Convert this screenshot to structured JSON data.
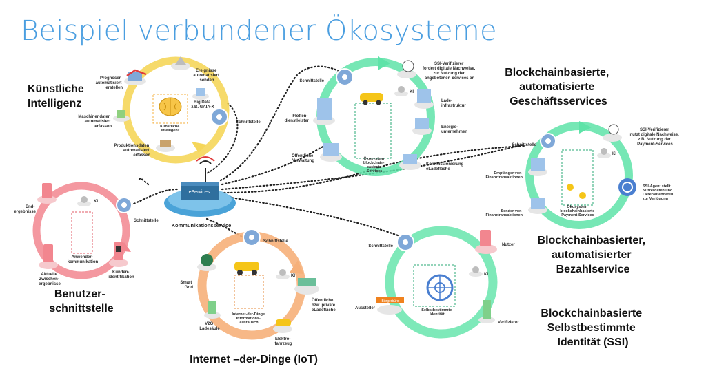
{
  "title": "Beispiel verbundener Ökosysteme",
  "sections": {
    "ki": [
      "Künstliche",
      "Intelligenz"
    ],
    "ui": [
      "Benutzer-",
      "schnittstelle"
    ],
    "iot": [
      "Internet –der-Dinge (IoT)"
    ],
    "geschaeft": [
      "Blockchainbasierte,",
      "automatisierte",
      "Geschäftsservices"
    ],
    "bezahl": [
      "Blockchainbasierter,",
      "automatisierter",
      "Bezahlservice"
    ],
    "ssi": [
      "Blockchainbasierte",
      "Selbstbestimmte",
      "Identität (SSI)"
    ]
  },
  "hub": {
    "label": "Kommunikationsservice",
    "sign": "eServices"
  },
  "ki_labels": {
    "prognosen": [
      "Prognosen",
      "automatisiert",
      "erstellen"
    ],
    "ereignisse": [
      "Ereignisse",
      "automatisiert",
      "senden"
    ],
    "bigdata": [
      "Big Data",
      "z.B. GAIA-X"
    ],
    "center": [
      "Künstliche",
      "Intelligenz"
    ],
    "schnittstelle": [
      "Schnittstelle"
    ],
    "maschinen": [
      "Maschinendaten",
      "automatisiert",
      "erfassen"
    ],
    "produktion": [
      "Produktionsdaten",
      "automatisiert",
      "erfassen"
    ]
  },
  "ui_labels": {
    "end": [
      "End-",
      "ergebnisse"
    ],
    "ki": [
      "KI"
    ],
    "schnittstelle": [
      "Schnittstelle"
    ],
    "anwender": [
      "Anwender-",
      "kommunikation"
    ],
    "zwischen": [
      "Aktuelle",
      "Zwischen-",
      "ergebnisse"
    ],
    "kunden": [
      "Kunden-",
      "identifikation"
    ]
  },
  "iot_labels": {
    "schnittstelle": [
      "Schnittstelle"
    ],
    "grid": [
      "Smart",
      "Grid"
    ],
    "ki": [
      "KI"
    ],
    "center": [
      "Internet-der-Dinge",
      "Informations-",
      "austausch"
    ],
    "ladeflaeche": [
      "Öffentliche",
      "bzw. private",
      "eLadefläche"
    ],
    "ladesaeule": [
      "V2G",
      "Ladesäule"
    ],
    "fahrzeug": [
      "Elektro-",
      "fahrzeug"
    ]
  },
  "geschaeft_labels": {
    "schnittstelle": [
      "Schnittstelle"
    ],
    "verifier": [
      "SSI-Verifizierer",
      "fordert digitale Nachweise,",
      "zur Nutzung der",
      "angebotenen Services an"
    ],
    "ki": [
      "KI"
    ],
    "flotten": [
      "Flotten-",
      "dienstleister"
    ],
    "lade": [
      "Lade-",
      "infrastruktur"
    ],
    "energie": [
      "Energie-",
      "unternehmen"
    ],
    "verwaltung": [
      "Öffentliche",
      "Verwaltung"
    ],
    "center": [
      "Ökosystem",
      "blockchain-",
      "basierte",
      "Services"
    ],
    "kommission": [
      "Kommissionierung",
      "eLadefläche"
    ]
  },
  "bezahl_labels": {
    "schnittstelle": [
      "Schnittstelle"
    ],
    "verifier": [
      "SSI-Verifizierer",
      "nutzt digitale Nachweise,",
      "z.B. Nutzung der",
      "Payment-Services"
    ],
    "ki": [
      "KI"
    ],
    "empfaenger": [
      "Empfänger von",
      "Finanztransaktionen"
    ],
    "agent": [
      "SSI-Agent stellt",
      "Nutzerdaten und",
      "Lieferantendaten",
      "zur Verfügung"
    ],
    "sender": [
      "Sender von",
      "Finanztransaktionen"
    ],
    "center": [
      "Ökosystem",
      "blockchainbasierte",
      "Payment-Services"
    ]
  },
  "ssi_labels": {
    "schnittstelle": [
      "Schnittstelle"
    ],
    "nutzer": [
      "Nutzer"
    ],
    "ki": [
      "KI"
    ],
    "aussteller": [
      "Aussteller"
    ],
    "badge": "Bürgerbüro",
    "center": [
      "Selbstbestimmte",
      "Identität"
    ],
    "verifizierer": [
      "Verifizierer"
    ]
  },
  "colors": {
    "title": "#4a9ee0",
    "ki_ring": "#f5d65a",
    "ui_ring": "#f2868f",
    "iot_ring": "#f6b07a",
    "green_ring": "#5ee3a8",
    "hub": "#4aa3d8",
    "node_blue": "#7fa8d8"
  }
}
